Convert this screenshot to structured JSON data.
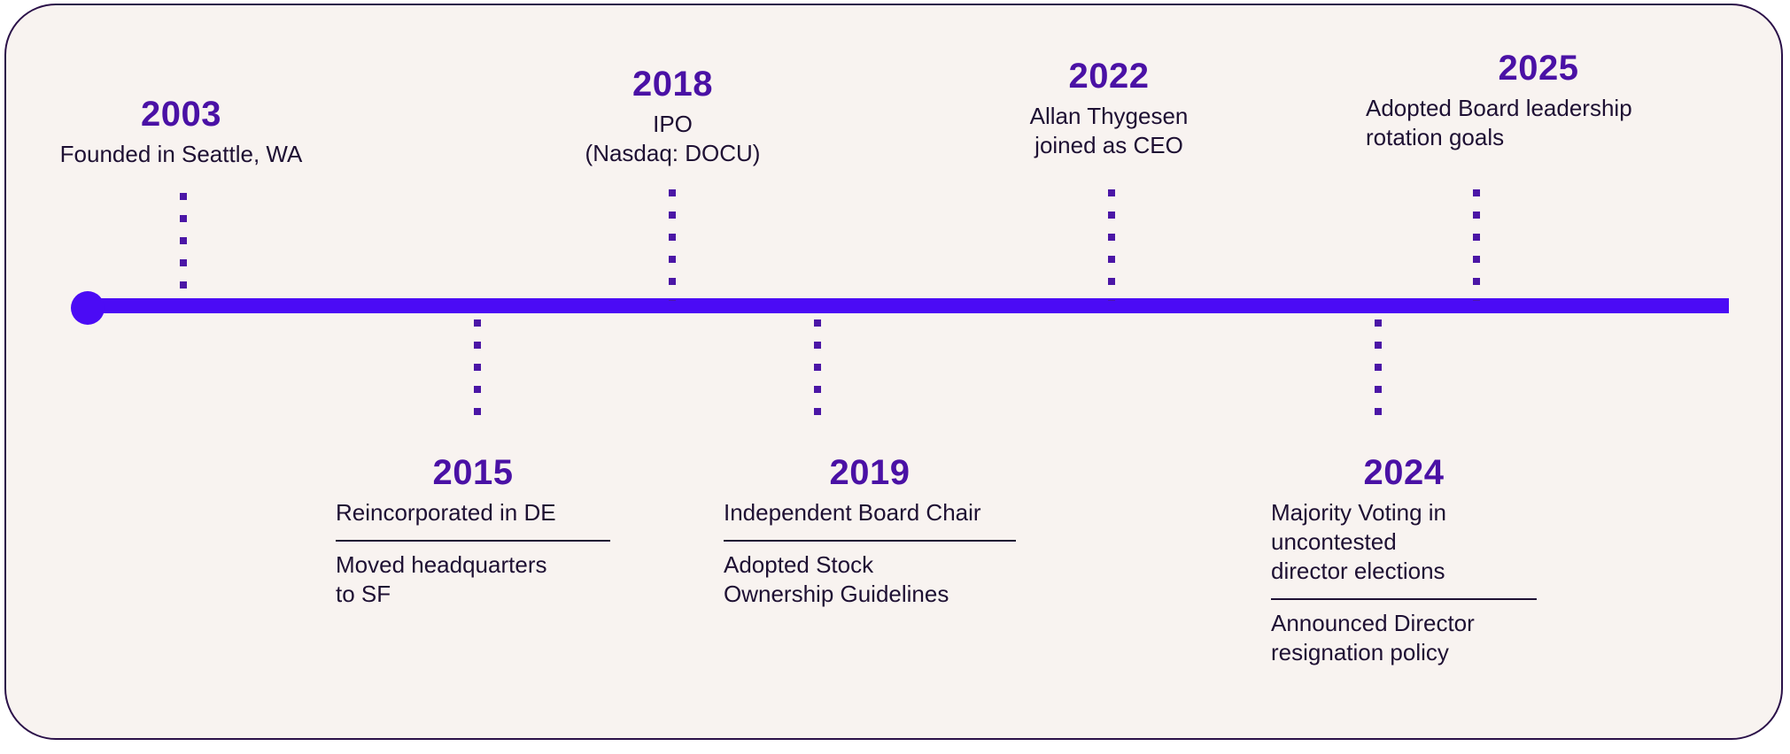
{
  "card": {
    "background_color": "#f8f3f0",
    "border_color": "#2b1149"
  },
  "axis": {
    "color": "#4b0bf5",
    "start_marker": "round-dot",
    "connector_color": "#4b16a6",
    "connector_style": "dotted"
  },
  "theme": {
    "year_color": "#4a11a5",
    "text_color": "#1e1033"
  },
  "chart_data": {
    "type": "timeline",
    "title": "",
    "orientation": "horizontal",
    "events": [
      {
        "year": "2003",
        "position": "above",
        "lines": [
          "Founded in Seattle, WA"
        ],
        "sub_items": []
      },
      {
        "year": "2015",
        "position": "below",
        "lines": [
          "Reincorporated in DE"
        ],
        "sub_items": [
          "Moved headquarters to SF"
        ]
      },
      {
        "year": "2018",
        "position": "above",
        "lines": [
          "IPO",
          "(Nasdaq: DOCU)"
        ],
        "sub_items": []
      },
      {
        "year": "2019",
        "position": "below",
        "lines": [
          "Independent Board Chair"
        ],
        "sub_items": [
          "Adopted Stock Ownership Guidelines"
        ]
      },
      {
        "year": "2022",
        "position": "above",
        "lines": [
          "Allan Thygesen",
          "joined as CEO"
        ],
        "sub_items": []
      },
      {
        "year": "2024",
        "position": "below",
        "lines": [
          "Majority Voting in uncontested director elections"
        ],
        "sub_items": [
          "Announced Director resignation policy"
        ]
      },
      {
        "year": "2025",
        "position": "above",
        "lines": [
          "Adopted Board leadership rotation goals"
        ],
        "sub_items": []
      }
    ]
  },
  "events": {
    "e2003": {
      "year": "2003",
      "line1": "Founded in Seattle, WA"
    },
    "e2015": {
      "year": "2015",
      "line1": "Reincorporated in DE",
      "sub1_line1": "Moved headquarters",
      "sub1_line2": "to SF"
    },
    "e2018": {
      "year": "2018",
      "line1": "IPO",
      "line2": "(Nasdaq: DOCU)"
    },
    "e2019": {
      "year": "2019",
      "line1": "Independent Board Chair",
      "sub1_line1": "Adopted Stock",
      "sub1_line2": "Ownership Guidelines"
    },
    "e2022": {
      "year": "2022",
      "line1": "Allan Thygesen",
      "line2": "joined as CEO"
    },
    "e2024": {
      "year": "2024",
      "line1": "Majority Voting in",
      "line2": "uncontested",
      "line3": "director elections",
      "sub1_line1": "Announced Director",
      "sub1_line2": "resignation policy"
    },
    "e2025": {
      "year": "2025",
      "line1": "Adopted Board leadership",
      "line2": "rotation goals"
    }
  }
}
